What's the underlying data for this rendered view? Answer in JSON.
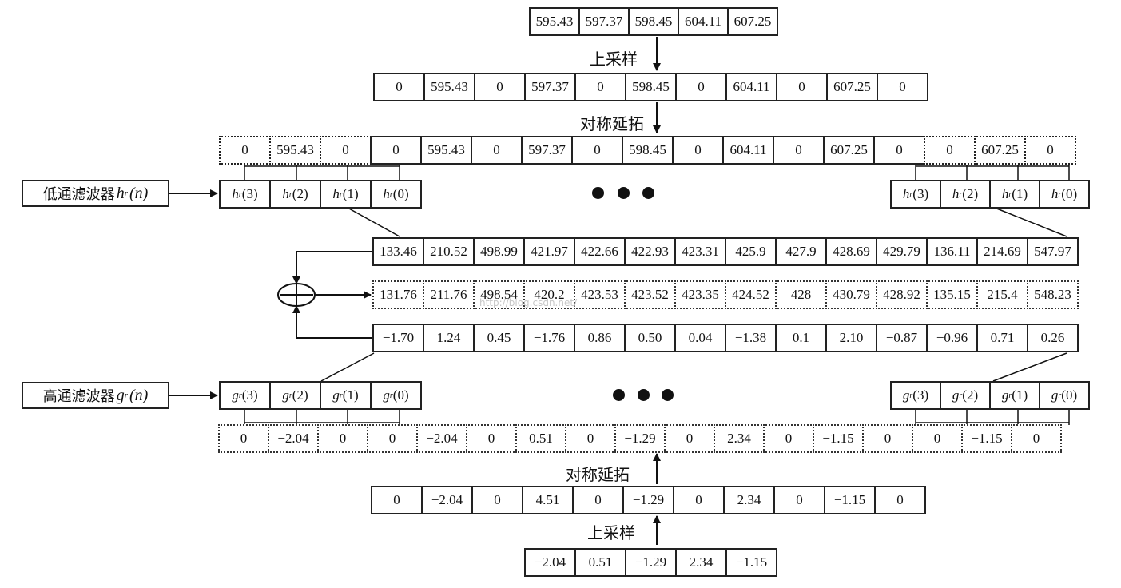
{
  "top_input": [
    "595.43",
    "597.37",
    "598.45",
    "604.11",
    "607.25"
  ],
  "labels": {
    "upsample_top": "上采样",
    "extend_top": "对称延拓",
    "extend_bottom": "对称延拓",
    "upsample_bottom": "上采样"
  },
  "upsampled_low": [
    "0",
    "595.43",
    "0",
    "597.37",
    "0",
    "598.45",
    "0",
    "604.11",
    "0",
    "607.25",
    "0"
  ],
  "extended_low": [
    "0",
    "595.43",
    "0",
    "0",
    "595.43",
    "0",
    "597.37",
    "0",
    "598.45",
    "0",
    "604.11",
    "0",
    "607.25",
    "0",
    "0",
    "607.25",
    "0"
  ],
  "lowpass": {
    "label": "低通滤波器",
    "func": "h",
    "sub": "r",
    "arg": "(n)",
    "taps": [
      "(3)",
      "(2)",
      "(1)",
      "(0)"
    ]
  },
  "highpass": {
    "label": "高通滤波器",
    "func": "g",
    "sub": "r",
    "arg": "(n)",
    "taps": [
      "(3)",
      "(2)",
      "(1)",
      "(0)"
    ]
  },
  "ellipsis": [
    "•",
    "•",
    "•"
  ],
  "low_result": [
    "133.46",
    "210.52",
    "498.99",
    "421.97",
    "422.66",
    "422.93",
    "423.31",
    "425.9",
    "427.9",
    "428.69",
    "429.79",
    "136.11",
    "214.69",
    "547.97"
  ],
  "sum_result": [
    "131.76",
    "211.76",
    "498.54",
    "420.2",
    "423.53",
    "423.52",
    "423.35",
    "424.52",
    "428",
    "430.79",
    "428.92",
    "135.15",
    "215.4",
    "548.23"
  ],
  "high_result": [
    "−1.70",
    "1.24",
    "0.45",
    "−1.76",
    "0.86",
    "0.50",
    "0.04",
    "−1.38",
    "0.1",
    "2.10",
    "−0.87",
    "−0.96",
    "0.71",
    "0.26"
  ],
  "extended_high": [
    "0",
    "−2.04",
    "0",
    "0",
    "−2.04",
    "0",
    "0.51",
    "0",
    "−1.29",
    "0",
    "2.34",
    "0",
    "−1.15",
    "0",
    "0",
    "−1.15",
    "0"
  ],
  "upsampled_high": [
    "0",
    "−2.04",
    "0",
    "4.51",
    "0",
    "−1.29",
    "0",
    "2.34",
    "0",
    "−1.15",
    "0"
  ],
  "bottom_input": [
    "−2.04",
    "0.51",
    "−1.29",
    "2.34",
    "−1.15"
  ],
  "watermark": "http://blog.csdn.net/"
}
